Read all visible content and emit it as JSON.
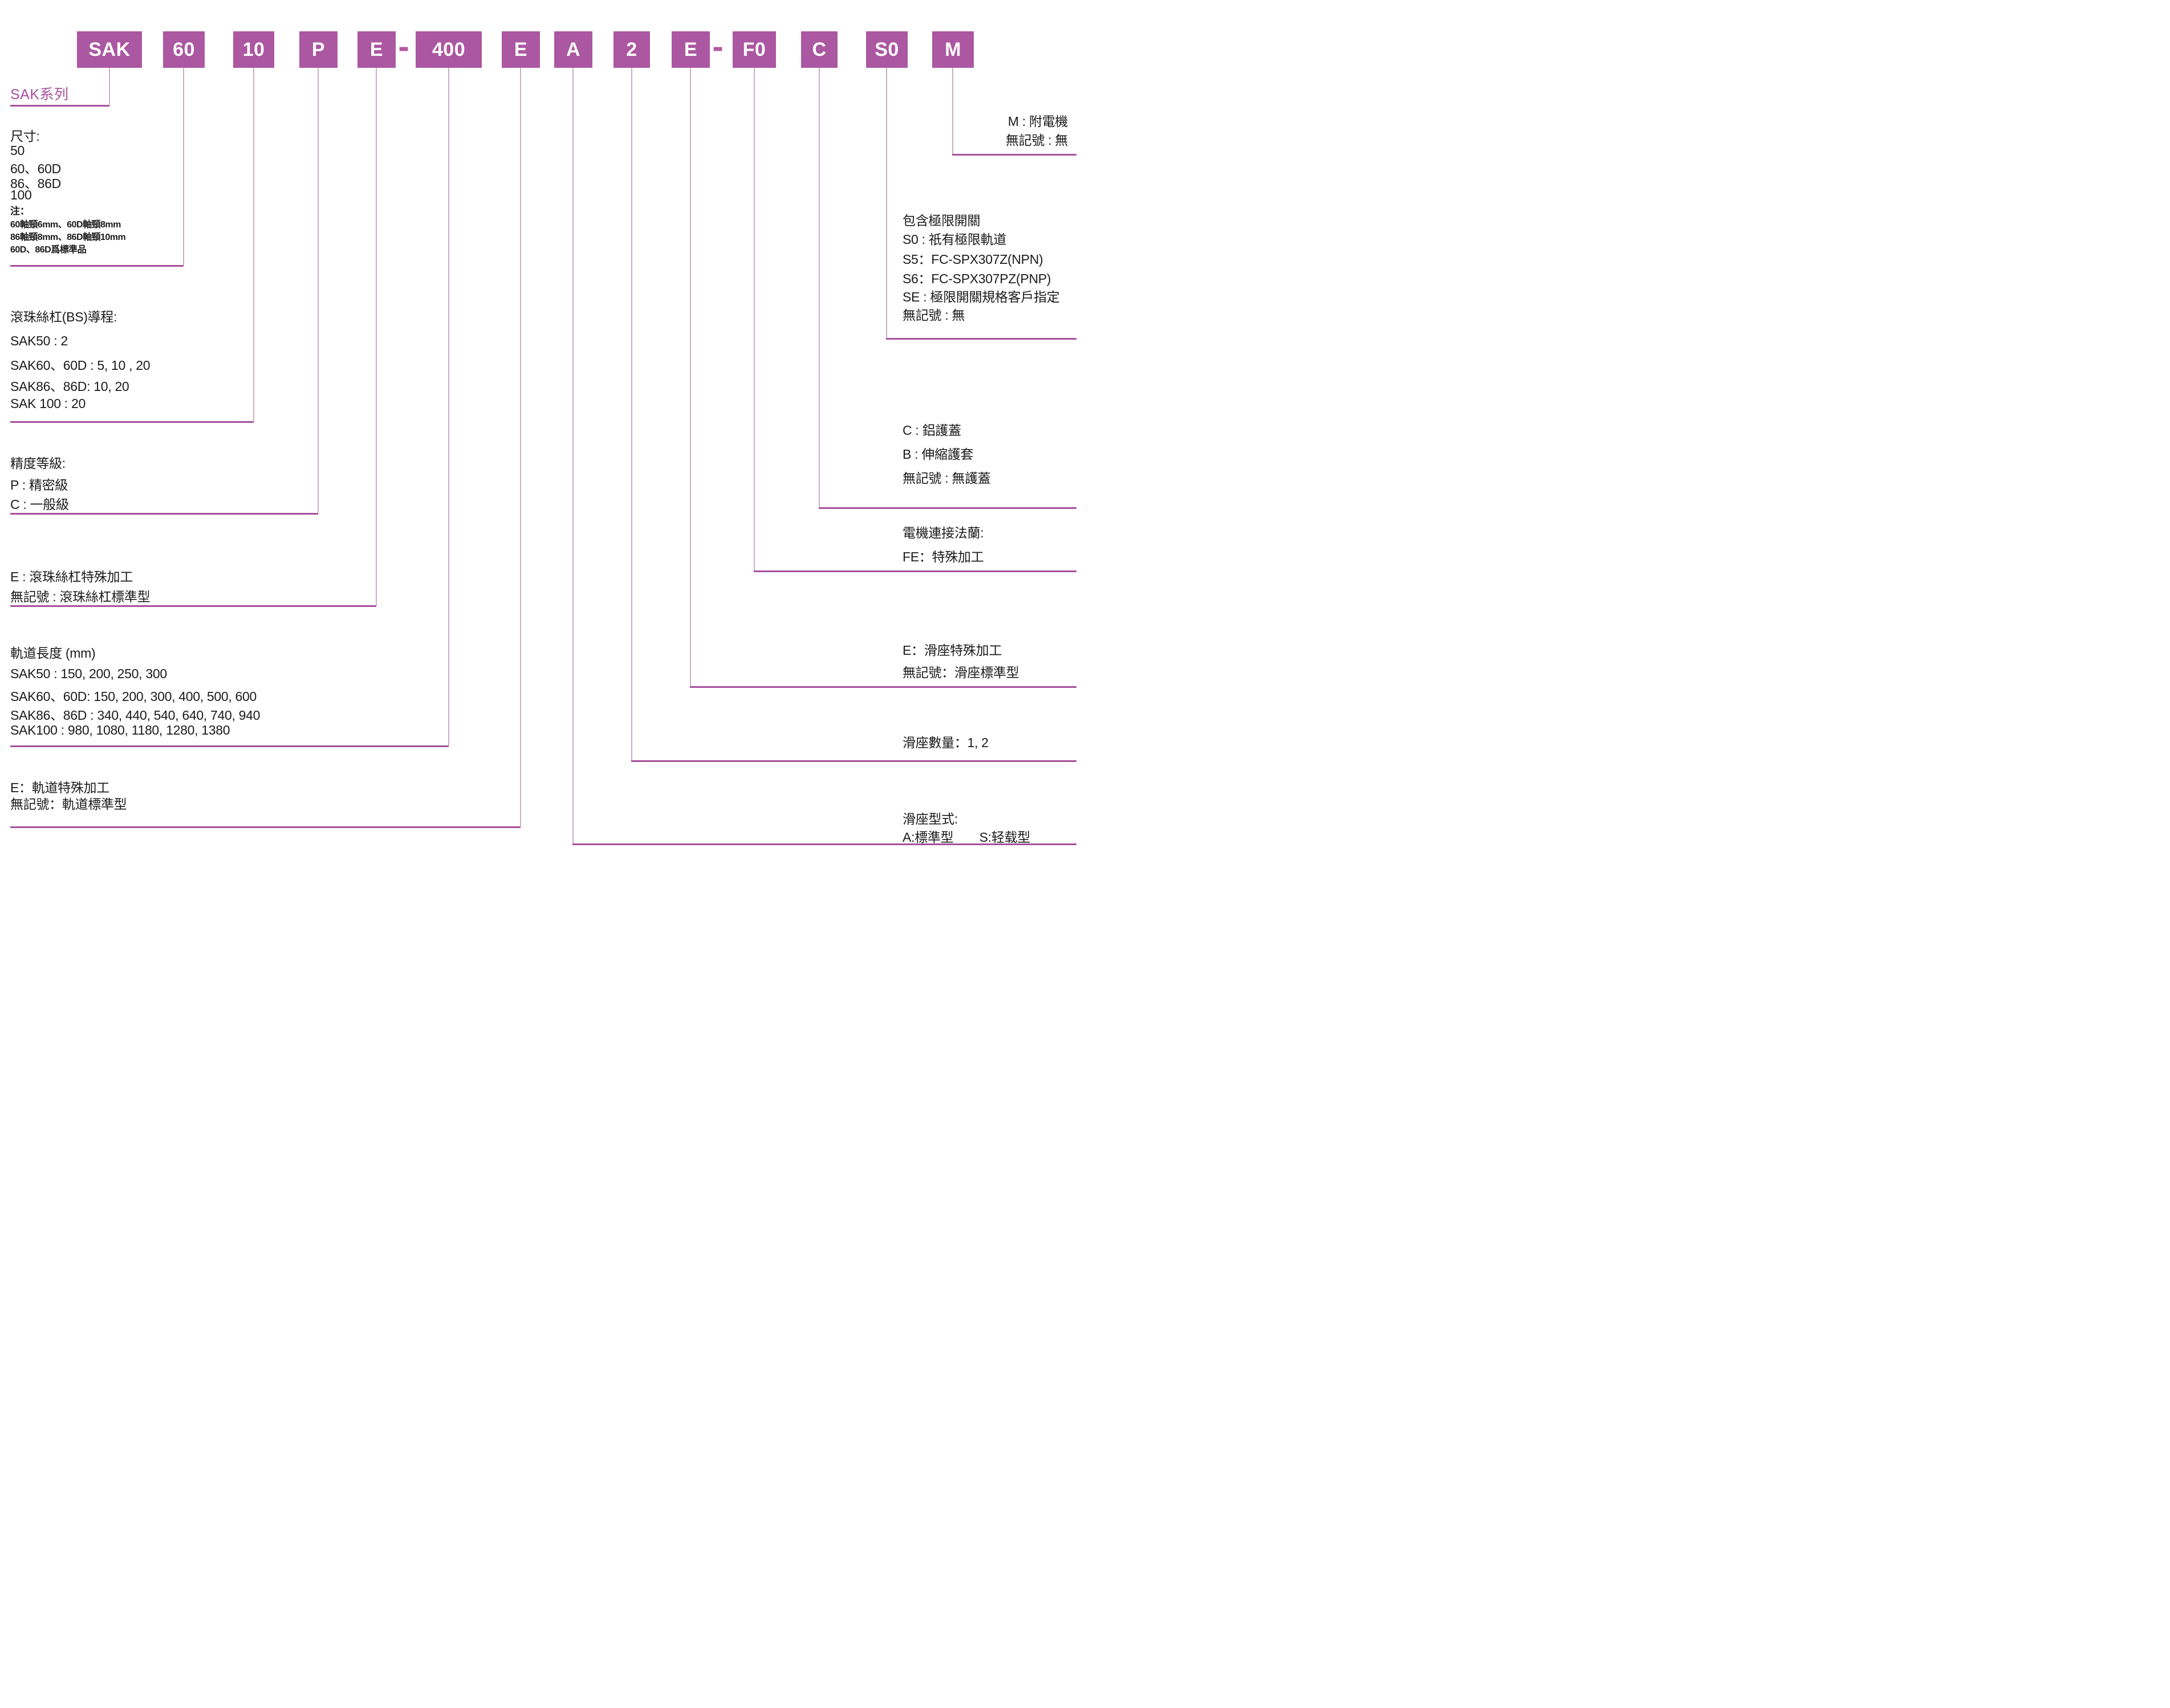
{
  "code": {
    "segments": [
      {
        "label": "SAK"
      },
      {
        "label": "60"
      },
      {
        "label": "10"
      },
      {
        "label": "P"
      },
      {
        "label": "E"
      },
      {
        "label": "-"
      },
      {
        "label": "400"
      },
      {
        "label": "E"
      },
      {
        "label": "A"
      },
      {
        "label": "2"
      },
      {
        "label": "E"
      },
      {
        "label": "-"
      },
      {
        "label": "F0"
      },
      {
        "label": "C"
      },
      {
        "label": "S0"
      },
      {
        "label": "M"
      }
    ]
  },
  "series_label": "SAK系列",
  "left": {
    "size": {
      "title": "尺寸:",
      "r1": "50",
      "r2": "60、60D",
      "r3": "86、86D",
      "r4": "100",
      "note_title": "注：",
      "n1": "60軸頸6mm、60D軸頸8mm",
      "n2": "86軸頸8mm、86D軸頸10mm",
      "n3": "60D、86D爲標準品"
    },
    "lead": {
      "title": "滾珠絲杠(BS)導程:",
      "r1": "SAK50 : 2",
      "r2": "SAK60、60D : 5, 10 , 20",
      "r3": "SAK86、86D: 10, 20",
      "r4": "SAK 100 : 20"
    },
    "accuracy": {
      "title": "精度等級:",
      "r1": "P : 精密級",
      "r2": "C : 一般級"
    },
    "screw_special": {
      "r1": "E : 滾珠絲杠特殊加工",
      "r2": "無記號 : 滾珠絲杠標準型"
    },
    "rail_length": {
      "title": "軌道長度 (mm)",
      "r1": "SAK50 : 150, 200, 250, 300",
      "r2": "SAK60、60D: 150, 200, 300, 400, 500, 600",
      "r3": "SAK86、86D : 340, 440, 540, 640, 740, 940",
      "r4": "SAK100 : 980, 1080, 1180, 1280, 1380"
    },
    "rail_special": {
      "r1": "E：軌道特殊加工",
      "r2": "無記號：軌道標準型"
    }
  },
  "right": {
    "motor": {
      "r1": "M : 附電機",
      "r2": "無記號 : 無"
    },
    "limit_switch": {
      "title": "包含極限開關",
      "r1": "S0 : 祇有極限軌道",
      "r2": "S5：FC-SPX307Z(NPN)",
      "r3": "S6：FC-SPX307PZ(PNP)",
      "r4": "SE : 極限開關規格客戶指定",
      "r5": "無記號 : 無"
    },
    "cover": {
      "r1": "C : 鋁護蓋",
      "r2": "B : 伸縮護套",
      "r3": "無記號 : 無護蓋"
    },
    "flange": {
      "title": "電機連接法蘭:",
      "r1": "FE：特殊加工"
    },
    "slider_special": {
      "r1": "E：滑座特殊加工",
      "r2": "無記號：滑座標準型"
    },
    "slider_qty": {
      "r1": "滑座數量：1, 2"
    },
    "slider_type": {
      "title": "滑座型式:",
      "r1": "A:標準型　　S:轻载型"
    }
  },
  "colors": {
    "accent": "#ab57a1",
    "line": "#a74f9c",
    "text": "#1b1b1b"
  }
}
